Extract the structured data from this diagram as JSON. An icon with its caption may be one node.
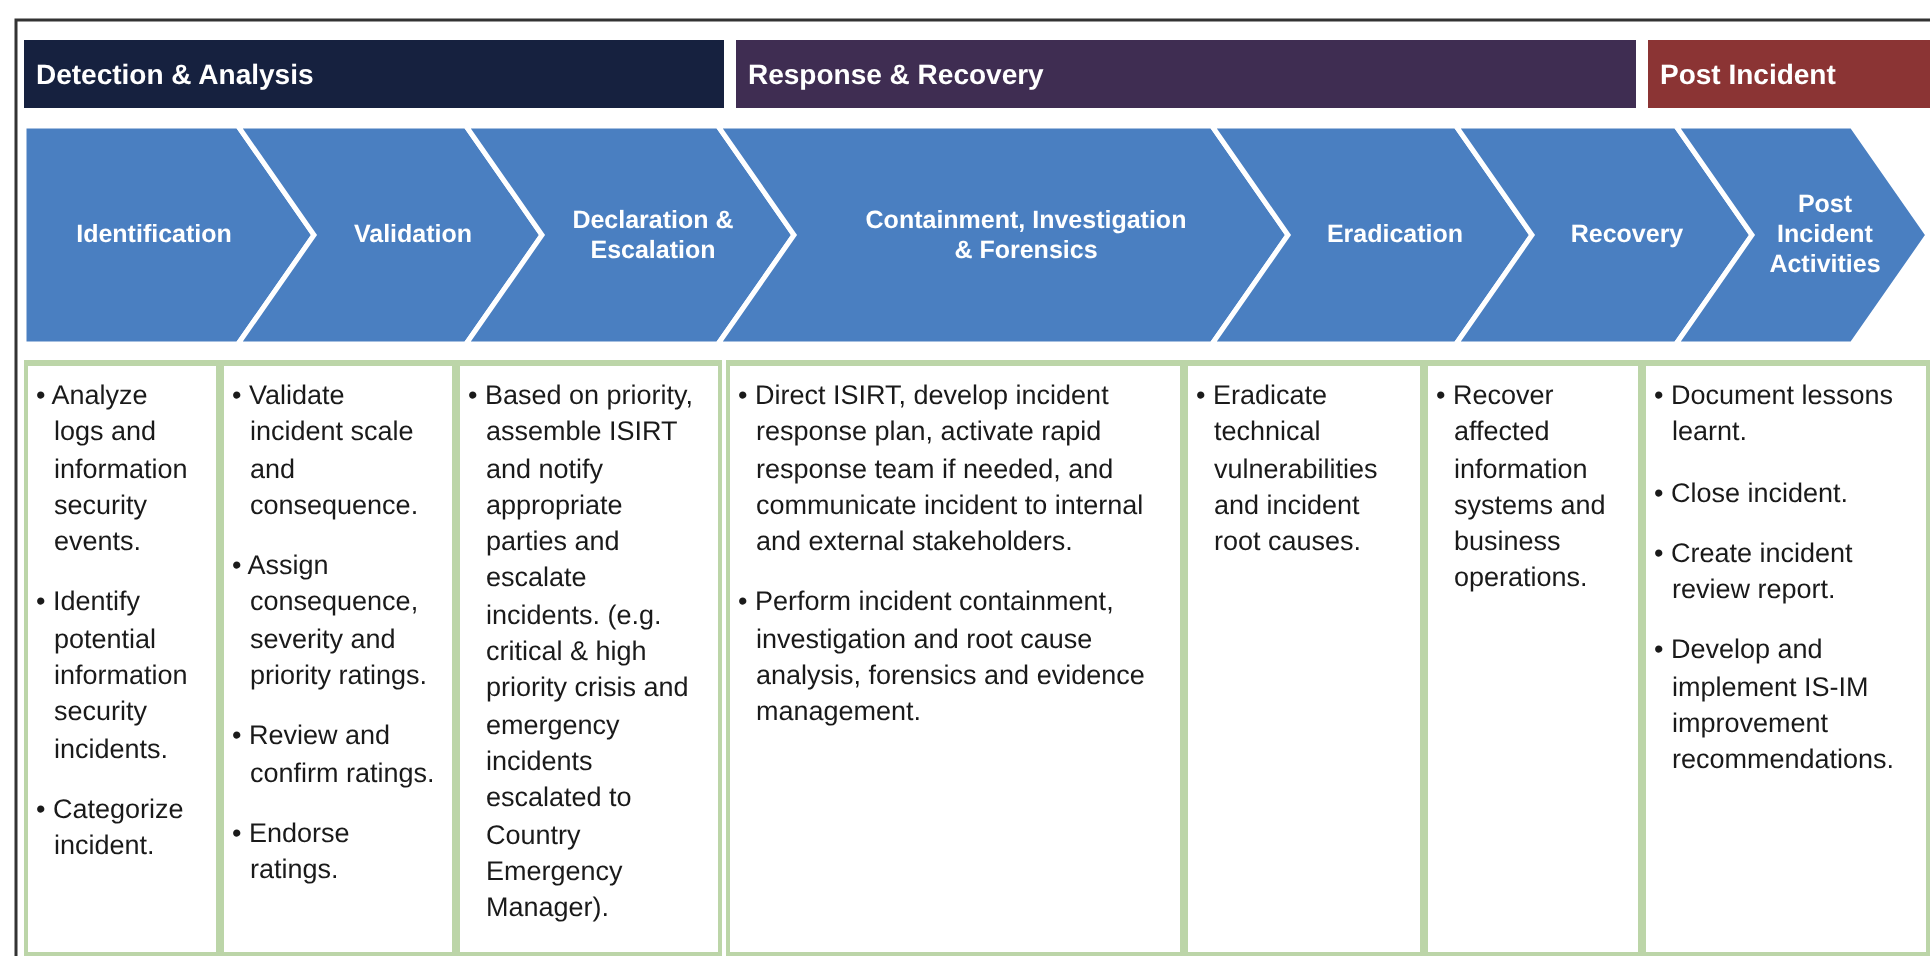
{
  "diagram": {
    "nodes": [
      {
        "text": [
          "Detection & Analysis"
        ]
      },
      {
        "text": [
          "Response & Recovery"
        ]
      },
      {
        "text": [
          "Post Incident"
        ]
      },
      {
        "text": [
          "Identification"
        ]
      },
      {
        "text": [
          "Validation"
        ]
      },
      {
        "text": [
          "Declaration & Escalation"
        ]
      },
      {
        "text": [
          "Containment, Investigation & Forensics"
        ]
      },
      {
        "text": [
          "Eradication"
        ]
      },
      {
        "text": [
          "Recovery"
        ]
      },
      {
        "text": [
          "Post Incident Activities"
        ]
      },
      {
        "text": [
          "• Analyze logs and information security events.",
          "• Identify potential information security incidents.",
          "• Categorize incident."
        ]
      },
      {
        "text": [
          "• Validate incident scale and consequence.",
          "• Assign consequence, severity and priority ratings.",
          "• Review and confirm ratings.",
          "• Endorse ratings."
        ]
      },
      {
        "text": [
          "• Based on priority, assemble ISIRT and notify appropriate parties and escalate incidents. (e.g. critical & high priority crisis and emergency incidents escalated to Country Emergency Manager)."
        ]
      },
      {
        "text": [
          "• Direct ISIRT, develop incident response plan, activate rapid response team if needed, and communicate incident to internal and external stakeholders.",
          "• Perform incident containment, investigation and root cause analysis, forensics and evidence management."
        ]
      },
      {
        "text": [
          "• Eradicate technical vulnerabilities and incident root causes."
        ]
      },
      {
        "text": [
          "• Recover affected information systems and business operations."
        ]
      },
      {
        "text": [
          "• Document lessons learnt.",
          "• Close incident.",
          "• Create incident review report.",
          "• Develop and implement IS-IM improvement recommendations."
        ]
      }
    ]
  }
}
